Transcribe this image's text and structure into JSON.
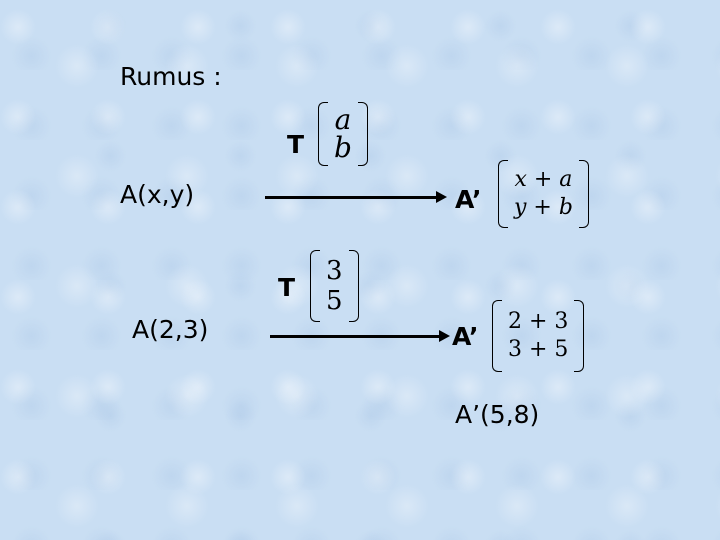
{
  "title": "Rumus :",
  "general": {
    "operator": "T",
    "vector": [
      "a",
      "b"
    ],
    "source": "A(x,y)",
    "result_label": "A’",
    "result_vector": [
      "x + a",
      "y + b"
    ]
  },
  "example": {
    "operator": "T",
    "vector": [
      "3",
      "5"
    ],
    "source": "A(2,3)",
    "result_label": "A’",
    "result_vector": [
      "2 + 3",
      "3 + 5"
    ],
    "final": "A’(5,8)"
  },
  "colors": {
    "background": "#c9def3",
    "text": "#000000"
  }
}
